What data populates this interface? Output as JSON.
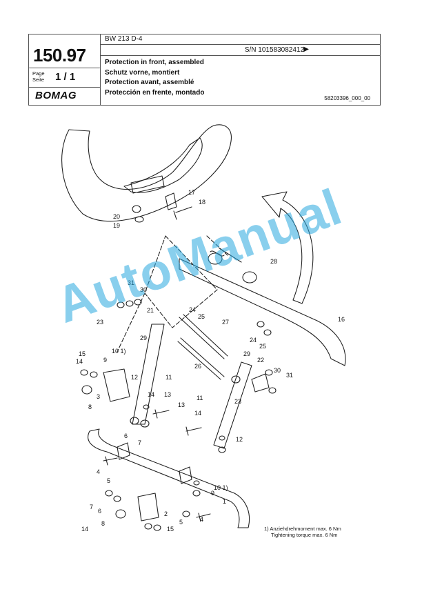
{
  "header": {
    "model": "BW 213 D-4",
    "serial": "S/N 101583082412",
    "serial_arrow": "▶",
    "page_number": "150.97",
    "page_label": "Page\nSeite",
    "page_value": "1 / 1",
    "logo": "BOMAG",
    "titles": [
      "Protection in front, assembled",
      "Schutz vorne, montiert",
      "Protection avant, assemblé",
      "Protección en frente, montado"
    ],
    "doc_number": "58203396_000_00"
  },
  "callouts": [
    "1",
    "2",
    "3",
    "4",
    "4",
    "5",
    "5",
    "6",
    "6",
    "7",
    "7",
    "8",
    "8",
    "9",
    "9",
    "10 1)",
    "10 1)",
    "11",
    "11",
    "12",
    "12",
    "13",
    "13",
    "14",
    "14",
    "14",
    "14",
    "15",
    "15",
    "16",
    "17",
    "18",
    "19",
    "20",
    "21",
    "22",
    "23",
    "23",
    "24",
    "24",
    "25",
    "25",
    "26",
    "27",
    "28",
    "29",
    "29",
    "30",
    "30",
    "31",
    "31"
  ],
  "footnote": {
    "line1": "1)  Anziehdrehmoment max. 6 Nm",
    "line2": "Tightening torque max. 6 Nm"
  },
  "watermark": "AutoManual",
  "colors": {
    "watermark": "#29a8e0",
    "line": "#222222"
  }
}
